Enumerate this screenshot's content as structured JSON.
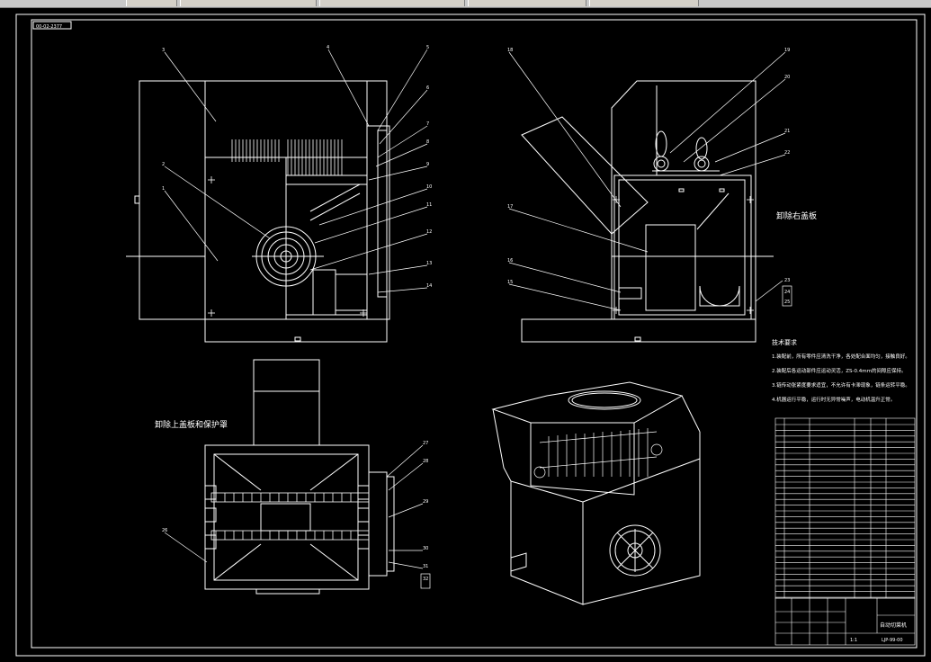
{
  "drawing": {
    "sheet_tag": "00-02-2377",
    "view_labels": {
      "right_side_cover": "卸除右盖板",
      "top_cover_guard": "卸除上盖板和保护罩"
    },
    "tech_requirements": {
      "heading": "技术要求",
      "lines": [
        "1.装配前，所有零件应清洗干净，各处配合面均匀，接触良好。",
        "2.装配后各运动部件应运动灵活，ZS-0.4mm的间隙应保持。",
        "3.链传动张紧度要求适宜，不允许有卡滞现象，链条运转平稳。",
        "4.机器运行平稳，运行时无异常噪声，电动机温升正常。"
      ]
    },
    "callouts_left": [
      "3",
      "4",
      "5",
      "6",
      "7",
      "8",
      "9",
      "10",
      "11",
      "12",
      "13",
      "14",
      "2",
      "1"
    ],
    "callouts_right": [
      "18",
      "19",
      "20",
      "21",
      "22",
      "23",
      "24",
      "25",
      "17",
      "16",
      "15"
    ],
    "callouts_bottom": [
      "27",
      "28",
      "29",
      "30",
      "31",
      "32",
      "26"
    ],
    "title_block": {
      "name": "自动切菜机",
      "drawing_no": "LJP-99-00",
      "scale": "1:1"
    }
  }
}
